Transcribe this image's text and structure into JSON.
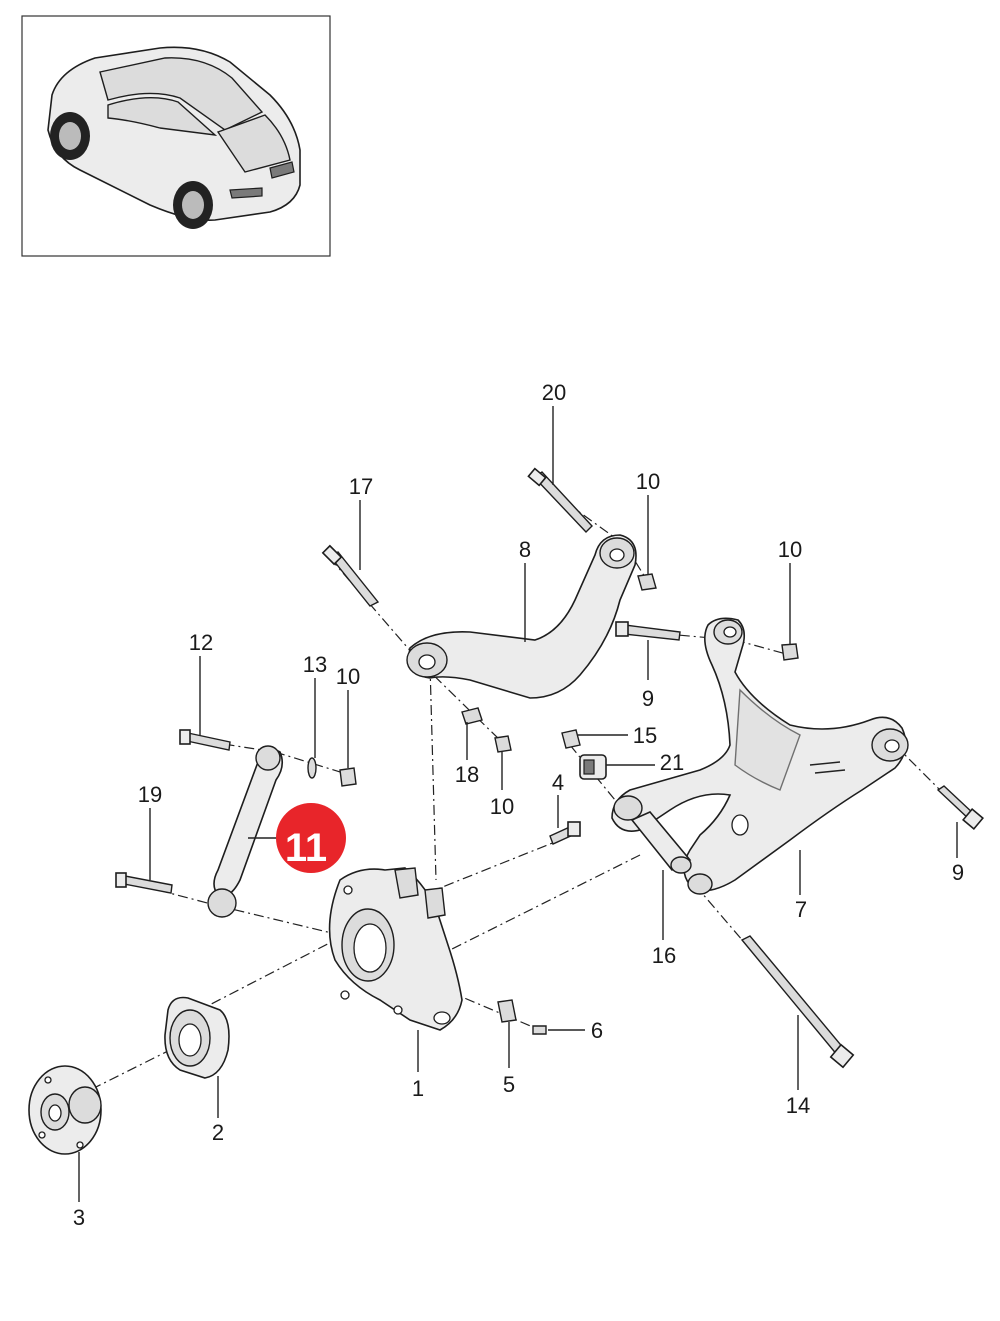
{
  "thumbnail": {
    "icon": "suv-car-icon"
  },
  "callouts": [
    {
      "id": "c20",
      "text": "20"
    },
    {
      "id": "c17",
      "text": "17"
    },
    {
      "id": "c10a",
      "text": "10"
    },
    {
      "id": "c8",
      "text": "8"
    },
    {
      "id": "c10b",
      "text": "10"
    },
    {
      "id": "c12",
      "text": "12"
    },
    {
      "id": "c13",
      "text": "13"
    },
    {
      "id": "c10c",
      "text": "10"
    },
    {
      "id": "c9a",
      "text": "9"
    },
    {
      "id": "c15",
      "text": "15"
    },
    {
      "id": "c21",
      "text": "21"
    },
    {
      "id": "c18",
      "text": "18"
    },
    {
      "id": "c10d",
      "text": "10"
    },
    {
      "id": "c19",
      "text": "19"
    },
    {
      "id": "c4",
      "text": "4"
    },
    {
      "id": "c9b",
      "text": "9"
    },
    {
      "id": "c7",
      "text": "7"
    },
    {
      "id": "c16",
      "text": "16"
    },
    {
      "id": "c6",
      "text": "6"
    },
    {
      "id": "c1",
      "text": "1"
    },
    {
      "id": "c5",
      "text": "5"
    },
    {
      "id": "c2",
      "text": "2"
    },
    {
      "id": "c14",
      "text": "14"
    },
    {
      "id": "c3",
      "text": "3"
    }
  ],
  "highlight": {
    "text": "11",
    "color": "#e8252a"
  }
}
